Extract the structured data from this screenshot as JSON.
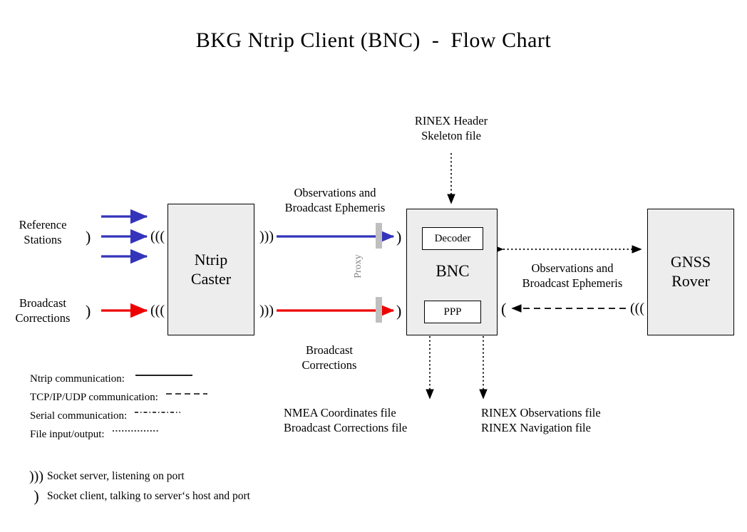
{
  "title": "BKG Ntrip Client (BNC)  -  Flow Chart",
  "nodes": {
    "ntrip_caster": {
      "line1": "Ntrip",
      "line2": "Caster"
    },
    "bnc": {
      "label": "BNC",
      "decoder": "Decoder",
      "ppp": "PPP"
    },
    "gnss_rover": {
      "line1": "GNSS",
      "line2": "Rover"
    }
  },
  "labels": {
    "reference_stations": "Reference\nStations",
    "broadcast_corrections_src": "Broadcast\nCorrections",
    "obs_and_eph_left": "Observations and\nBroadcast Ephemeris",
    "broadcast_corrections_mid": "Broadcast\nCorrections",
    "obs_and_eph_right": "Observations and\nBroadcast Ephemeris",
    "rinex_header": "RINEX Header\nSkeleton file",
    "nmea_out": "NMEA Coordinates file\nBroadcast Corrections file",
    "rinex_out": "RINEX Observations file\nRINEX Navigation file",
    "proxy": "Proxy"
  },
  "legend": {
    "lines": [
      {
        "text": "Ntrip communication:",
        "style": "solid"
      },
      {
        "text": "TCP/IP/UDP communication:",
        "style": "dashed"
      },
      {
        "text": "Serial communication:",
        "style": "dashdot"
      },
      {
        "text": "File input/output:",
        "style": "dotted"
      }
    ],
    "sockets": [
      {
        "glyph": "socket-server-icon",
        "symbol": ")))",
        "text": "Socket server, listening on port"
      },
      {
        "glyph": "socket-client-icon",
        "symbol": ")",
        "text": "Socket client, talking to server‘s host and port"
      }
    ]
  },
  "colors": {
    "ntrip_blue": "#3333bb",
    "corrections_red": "#ee0000",
    "box_fill": "#ededed",
    "proxy_gray": "#bfbfbf",
    "stroke": "#000000"
  },
  "socket_glyphs": {
    "server_right": ")))",
    "server_left": "(((",
    "client_right": ")",
    "client_left": "("
  }
}
